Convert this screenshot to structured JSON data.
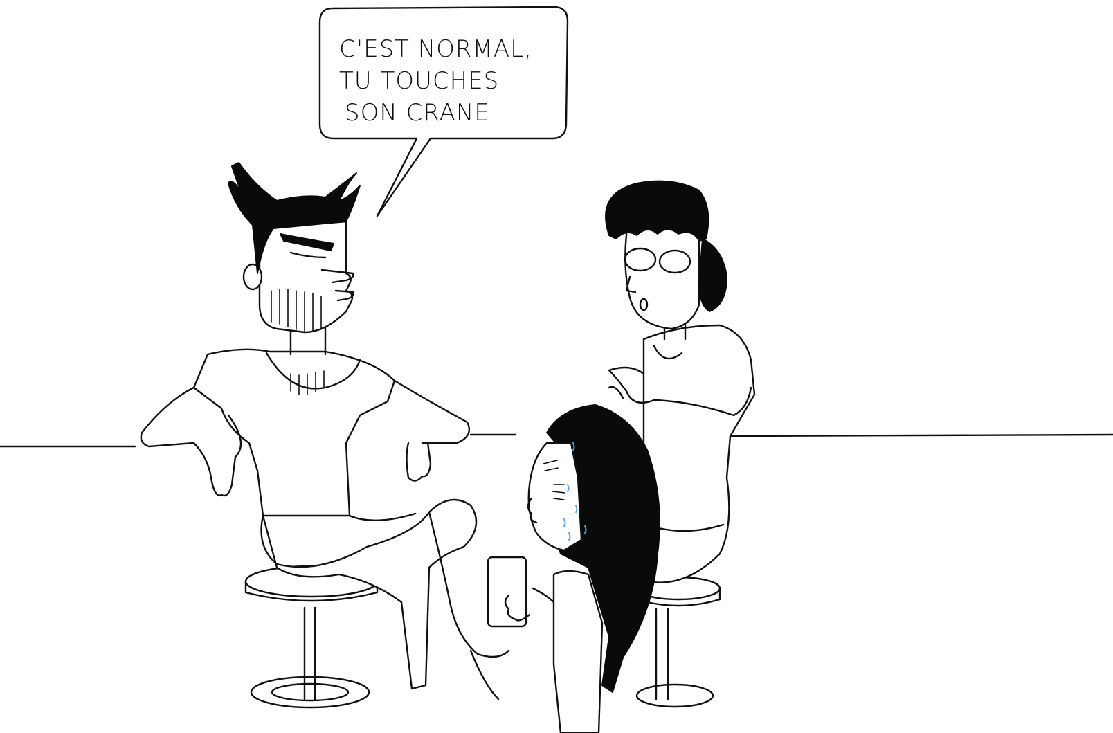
{
  "speech_bubble": {
    "lines": [
      "C'EST NORMAL,",
      "TU TOUCHES",
      "SON CRANE"
    ]
  },
  "colors": {
    "ink": "#111111",
    "background": "#ffffff",
    "sweat": "#4aa8e8"
  }
}
